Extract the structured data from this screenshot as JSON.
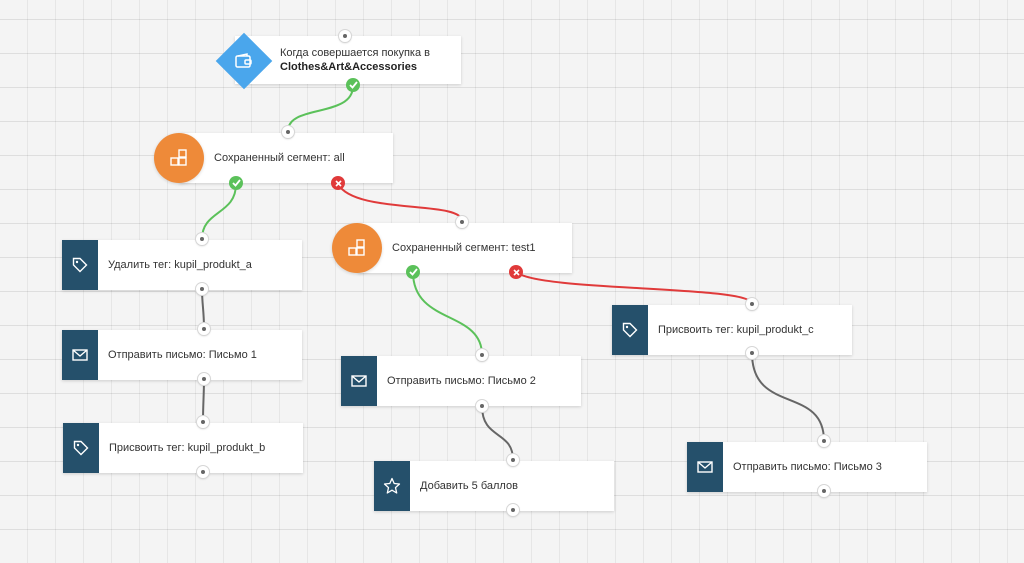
{
  "colors": {
    "accent_trigger": "#4aa6ec",
    "accent_segment": "#ee8a39",
    "action_tile": "#25506b",
    "yes_connector": "#5bc15a",
    "no_connector": "#e03a3a",
    "plain_connector": "#666666"
  },
  "trigger": {
    "icon": "wallet-icon",
    "line1": "Когда совершается покупка в",
    "line2": "Clothes&Art&Accessories"
  },
  "segments": [
    {
      "icon": "blocks-icon",
      "label": "Сохраненный сегмент: all"
    },
    {
      "icon": "blocks-icon",
      "label": "Сохраненный сегмент: test1"
    }
  ],
  "actions": [
    {
      "icon": "tag-icon",
      "label": "Удалить тег: kupil_produkt_a"
    },
    {
      "icon": "envelope-icon",
      "label": "Отправить письмо: Письмо 1"
    },
    {
      "icon": "tag-icon",
      "label": "Присвоить тег: kupil_produkt_b"
    },
    {
      "icon": "envelope-icon",
      "label": "Отправить письмо: Письмо 2"
    },
    {
      "icon": "star-icon",
      "label": "Добавить 5 баллов"
    },
    {
      "icon": "tag-icon",
      "label": "Присвоить тег: kupil_produkt_c"
    },
    {
      "icon": "envelope-icon",
      "label": "Отправить письмо: Письмо 3"
    }
  ]
}
